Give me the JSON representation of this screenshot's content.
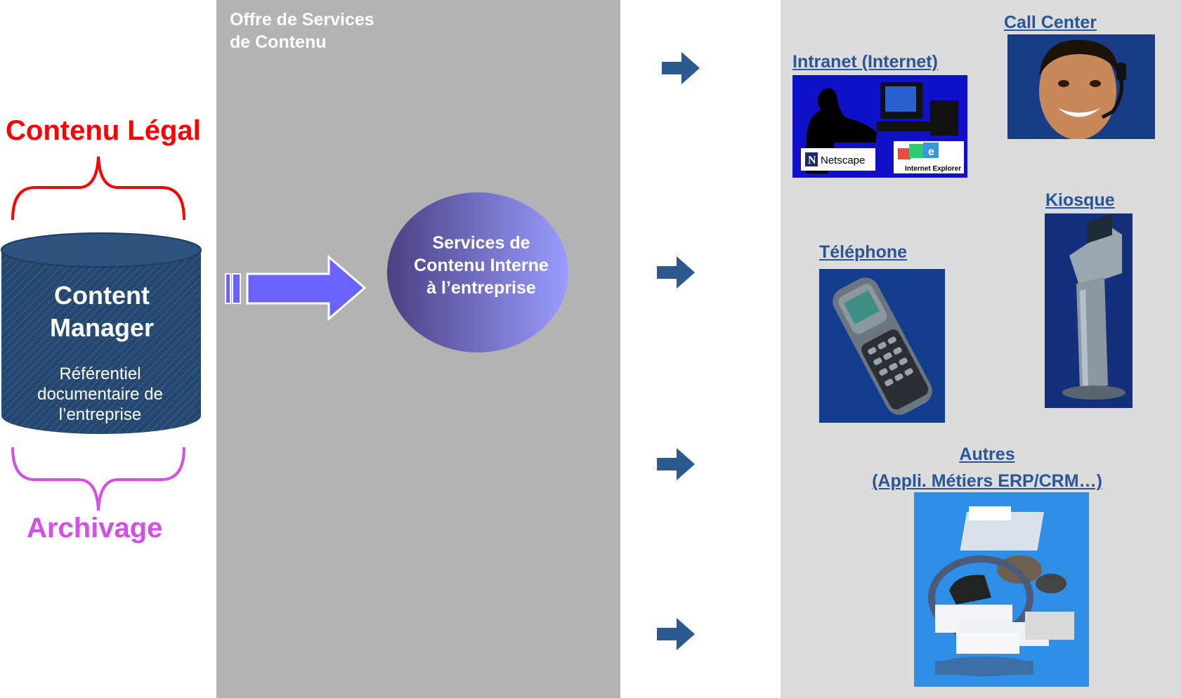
{
  "panel": {
    "title_line1": "Offre de Services",
    "title_line2": "de Contenu"
  },
  "left": {
    "legal_label": "Contenu Légal",
    "archive_label": "Archivage",
    "cylinder_title_line1": "Content",
    "cylinder_title_line2": "Manager",
    "cylinder_sub_line1": "Référentiel",
    "cylinder_sub_line2": "documentaire de",
    "cylinder_sub_line3": "l’entreprise"
  },
  "center": {
    "ellipse_line1": "Services de",
    "ellipse_line2": "Contenu Interne",
    "ellipse_line3": "à l’entreprise"
  },
  "channels": {
    "intranet": "Intranet (Internet)",
    "call_center": "Call Center",
    "kiosque": "Kiosque",
    "telephone": "Téléphone",
    "autres_line1": "Autres",
    "autres_line2": "(Appli. Métiers ERP/CRM…)",
    "netscape_label": "Netscape",
    "ie_label": "Internet Explorer"
  },
  "colors": {
    "legal": "#ff0000",
    "archive": "#d44ee8",
    "link": "#2a5597",
    "arrow": "#2d5a8e",
    "big_arrow": "#6b63ff"
  }
}
